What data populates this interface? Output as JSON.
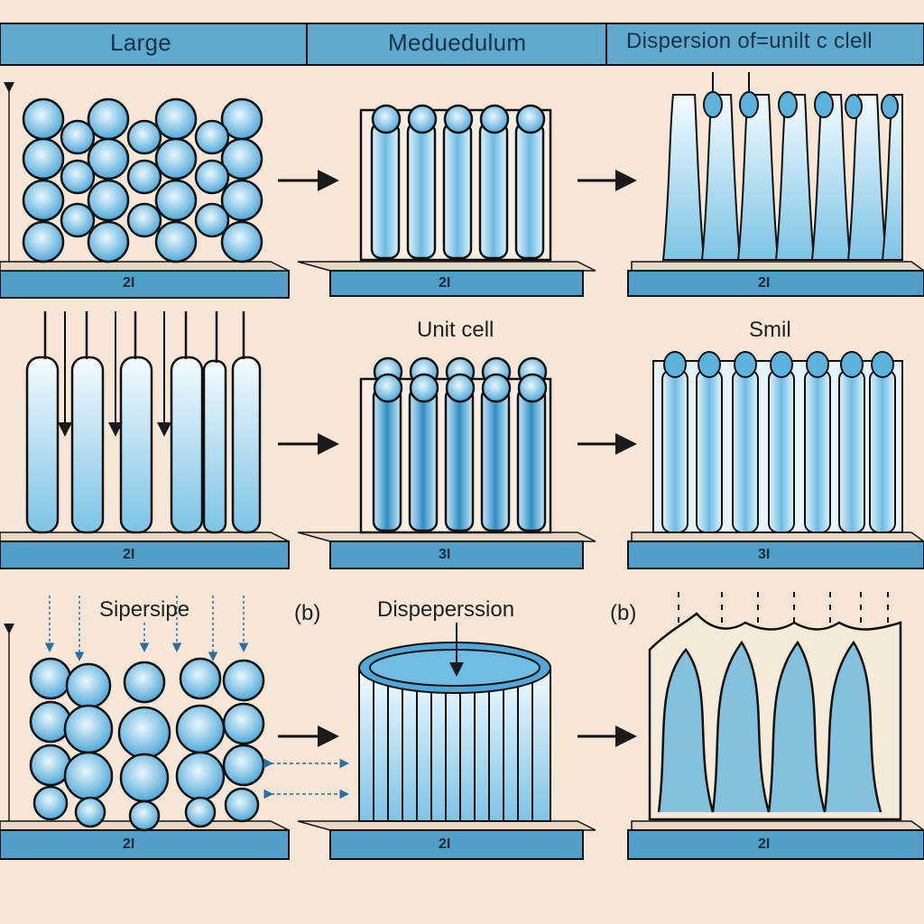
{
  "colors": {
    "background": "#f8e6d6",
    "header_band": "#5fa9cc",
    "cell_fill": "#7cc4e6",
    "cell_light": "#dff2fa",
    "stroke": "#121212"
  },
  "header": {
    "col1": "Large",
    "col2": "Meduedulum",
    "col3": "Dispersion of=unilt c clell"
  },
  "row_labels": {
    "unit_cell": "Unit cell",
    "small": "Smil",
    "sipersipe": "Sipersipe",
    "b_left": "(b)",
    "dispersion": "Dispeperssion",
    "b_right": "(b)"
  },
  "base_labels": {
    "r1c1": "2Ɩ",
    "r1c2": "2Ɩ",
    "r1c3": "2Ɩ",
    "r2c1": "2Ɩ",
    "r2c2": "3Ɩ",
    "r2c3": "3Ɩ",
    "r3c1": "2Ɩ",
    "r3c2": "2Ɩ",
    "r3c3": "2Ɩ"
  },
  "icons": [
    "right-arrow-icon",
    "down-arrow-icon",
    "double-arrow-icon"
  ]
}
